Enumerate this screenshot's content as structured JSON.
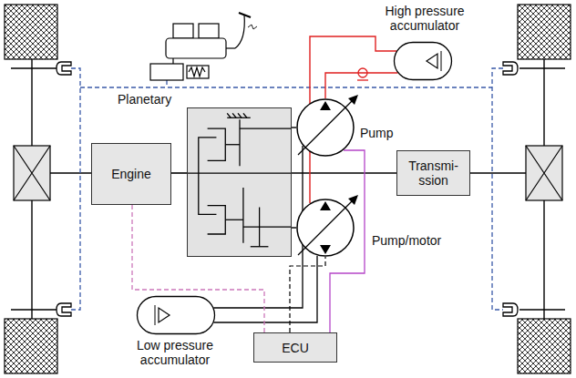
{
  "diagram": {
    "nodes": [
      {
        "text": [
          "High pressure accumulator"
        ]
      },
      {
        "text": [
          "Planetary"
        ]
      },
      {
        "text": [
          "Pump"
        ]
      },
      {
        "text": [
          "Engine"
        ]
      },
      {
        "text": [
          "Transmi- ssion"
        ]
      },
      {
        "text": [
          "Pump/motor"
        ]
      },
      {
        "text": [
          "Low pressure accumulator"
        ]
      },
      {
        "text": [
          "ECU"
        ]
      }
    ],
    "edges": [
      {
        "from": 3,
        "to": 1,
        "arrow": "none"
      },
      {
        "from": 1,
        "to": 4,
        "arrow": "none"
      },
      {
        "from": 1,
        "to": 2,
        "arrow": "none"
      },
      {
        "from": 1,
        "to": 5,
        "arrow": "none"
      },
      {
        "from": 2,
        "to": 0,
        "arrow": "none"
      },
      {
        "from": 5,
        "to": 0,
        "arrow": "none"
      },
      {
        "from": 6,
        "to": 2,
        "arrow": "none"
      },
      {
        "from": 6,
        "to": 5,
        "arrow": "none"
      },
      {
        "from": 7,
        "to": 3,
        "arrow": "none"
      },
      {
        "from": 7,
        "to": 2,
        "arrow": "none"
      },
      {
        "from": 7,
        "to": 5,
        "arrow": "none"
      }
    ]
  }
}
